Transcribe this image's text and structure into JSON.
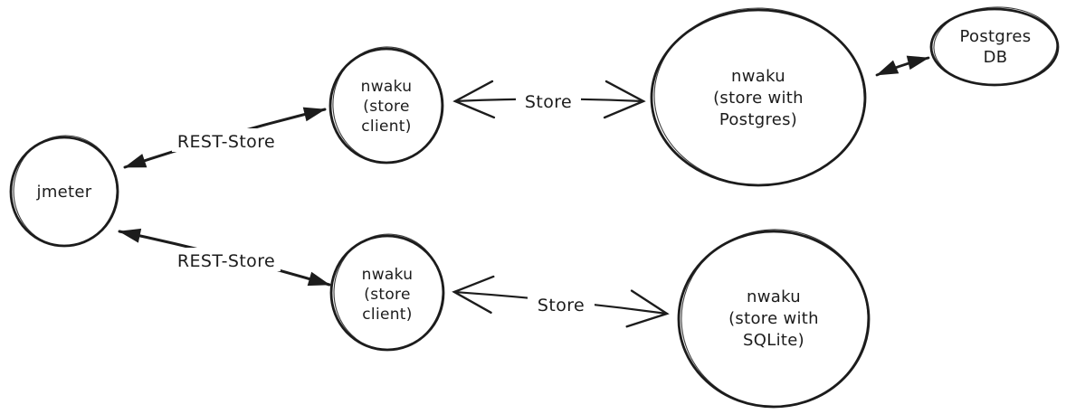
{
  "colors": {
    "background": "#ffffff",
    "ink": "#1c1c1c"
  },
  "nodes": [
    {
      "id": "jmeter",
      "lines": [
        "jmeter"
      ]
    },
    {
      "id": "nwaku-store-client-top",
      "lines": [
        "nwaku",
        "(store",
        "client)"
      ]
    },
    {
      "id": "nwaku-store-postgres",
      "lines": [
        "nwaku",
        "(store with",
        "Postgres)"
      ]
    },
    {
      "id": "postgres-db",
      "lines": [
        "Postgres",
        "DB"
      ]
    },
    {
      "id": "nwaku-store-client-bottom",
      "lines": [
        "nwaku",
        "(store",
        "client)"
      ]
    },
    {
      "id": "nwaku-store-sqlite",
      "lines": [
        "nwaku",
        "(store with",
        "SQLite)"
      ]
    }
  ],
  "edges": [
    {
      "id": "jmeter-to-store-client-top",
      "label": "REST-Store"
    },
    {
      "id": "store-client-top-to-store-postgres",
      "label": "Store"
    },
    {
      "id": "store-postgres-to-postgres-db",
      "label": ""
    },
    {
      "id": "jmeter-to-store-client-bottom",
      "label": "REST-Store"
    },
    {
      "id": "store-client-bottom-to-store-sqlite",
      "label": "Store"
    }
  ]
}
